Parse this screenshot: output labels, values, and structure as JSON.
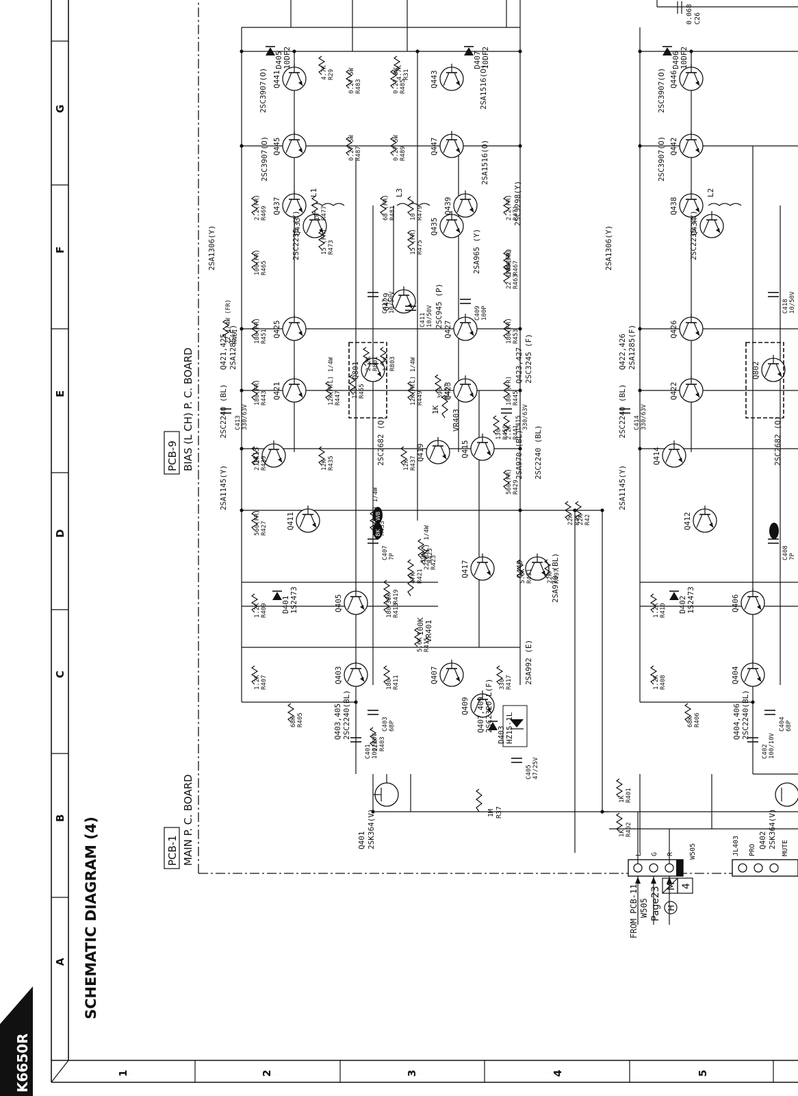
{
  "corner_label": "K6650R",
  "title": "SCHEMATIC DIAGRAM (4)",
  "columns": [
    "A",
    "B",
    "C",
    "D",
    "E",
    "F",
    "G"
  ],
  "rows": [
    "1",
    "2",
    "3",
    "4",
    "5"
  ],
  "boards": {
    "pcb1_id": "PCB-1",
    "pcb1_name": "MAIN P. C. BOARD",
    "pcb9_id": "PCB-9",
    "pcb9_name": "BIAS (L CH) P. C. BOARD"
  },
  "input": {
    "from": "FROM PCB-11",
    "connector": "W505",
    "page": "Page23",
    "ref_letter": "M",
    "ref_number": "4",
    "ref_circle": "H",
    "pins": [
      "L",
      "G",
      "R"
    ]
  },
  "mute_connector": {
    "name": "JL403",
    "pins": [
      "PRO",
      "MUTE"
    ]
  },
  "transistors_l": [
    {
      "ref": "Q401",
      "part": "2SK364(V)"
    },
    {
      "ref": "Q403",
      "part": "Q403,405"
    },
    {
      "ref": "Q405",
      "part": "2SC2240(BL)"
    },
    {
      "ref": "Q407",
      "part": "Q407,409"
    },
    {
      "ref": "Q409",
      "part": "2SC2320 L(F)"
    },
    {
      "ref": "Q411",
      "part": "2SA1145(Y)"
    },
    {
      "ref": "Q413",
      "part": "2SC2240 (BL)"
    },
    {
      "ref": "Q415",
      "part": "2SA970 (BL)"
    },
    {
      "ref": "Q417",
      "part": "2SA992 (E)"
    },
    {
      "ref": "Q419",
      "part": "2SC2240 (BL)"
    },
    {
      "ref": "Q421",
      "part": "Q421,425"
    },
    {
      "ref": "Q423",
      "part": "Q423,427"
    },
    {
      "ref": "Q425",
      "part": "2SA1285(F)"
    },
    {
      "ref": "Q427",
      "part": "2SC3245 (F)"
    },
    {
      "ref": "Q429",
      "part": "2SC945 (P)"
    },
    {
      "ref": "Q433",
      "part": "2SC2235 (Y)"
    },
    {
      "ref": "Q435",
      "part": "2SA965 (Y)"
    },
    {
      "ref": "Q437",
      "part": "2SA1306(Y)"
    },
    {
      "ref": "Q439",
      "part": "2SC3298(Y)"
    },
    {
      "ref": "Q441",
      "part": "2SC3907(O)"
    },
    {
      "ref": "Q443",
      "part": "2SA1516(O)"
    },
    {
      "ref": "Q445",
      "part": "2SC3907(O)"
    },
    {
      "ref": "Q447",
      "part": "2SA1516(O)"
    },
    {
      "ref": "Q449",
      "part": "2SA970 (BL)"
    },
    {
      "ref": "Q801",
      "part": "2SC2682 (Q)"
    }
  ],
  "transistors_r": [
    {
      "ref": "Q402",
      "part": "2SK364(V)"
    },
    {
      "ref": "Q404",
      "part": "Q404,406"
    },
    {
      "ref": "Q406",
      "part": "2SC2240(BL)"
    },
    {
      "ref": "Q412",
      "part": "2SA1145(Y)"
    },
    {
      "ref": "Q414",
      "part": "2SC2240 (BL)"
    },
    {
      "ref": "Q422",
      "part": "Q422,426"
    },
    {
      "ref": "Q426",
      "part": "2SA1285(F)"
    },
    {
      "ref": "Q434",
      "part": "2SC2235 (Y)"
    },
    {
      "ref": "Q438",
      "part": "2SA1306(Y)"
    },
    {
      "ref": "Q442",
      "part": "2SC3907(O)"
    },
    {
      "ref": "Q446",
      "part": "2SC3907(O)"
    },
    {
      "ref": "Q802",
      "part": "2SC2682 (Q)"
    }
  ],
  "diodes": [
    {
      "ref": "D401",
      "part": "1S2473"
    },
    {
      "ref": "D402",
      "part": "1S2473"
    },
    {
      "ref": "D403",
      "part": "HZ15-1L"
    },
    {
      "ref": "D405",
      "part": "10DF2"
    },
    {
      "ref": "D406",
      "part": "10DF2"
    },
    {
      "ref": "D407",
      "part": "10DF2"
    }
  ],
  "resistors": [
    {
      "ref": "R37",
      "val": "1M"
    },
    {
      "ref": "R41",
      "val": "22K"
    },
    {
      "ref": "R42",
      "val": "22K"
    },
    {
      "ref": "R401",
      "val": "1K"
    },
    {
      "ref": "R402",
      "val": "1K"
    },
    {
      "ref": "R403",
      "val": "22K"
    },
    {
      "ref": "R405",
      "val": "68K"
    },
    {
      "ref": "R406",
      "val": "68K"
    },
    {
      "ref": "R407",
      "val": "1.2K"
    },
    {
      "ref": "R408",
      "val": "1.2K"
    },
    {
      "ref": "R409",
      "val": "1.2K"
    },
    {
      "ref": "R410",
      "val": "1.2K"
    },
    {
      "ref": "R411",
      "val": "180"
    },
    {
      "ref": "R413",
      "val": "180"
    },
    {
      "ref": "R415",
      "val": "5.6K"
    },
    {
      "ref": "R417",
      "val": "330"
    },
    {
      "ref": "R419",
      "val": "39K"
    },
    {
      "ref": "R421",
      "val": "47K"
    },
    {
      "ref": "R423",
      "val": "22(MTL) 1/4W"
    },
    {
      "ref": "R425",
      "val": "390"
    },
    {
      "ref": "R427",
      "val": "560(FR)"
    },
    {
      "ref": "R429",
      "val": "560(FR)"
    },
    {
      "ref": "R431",
      "val": "5.6K"
    },
    {
      "ref": "R433",
      "val": "20K(MTL) 1/4W"
    },
    {
      "ref": "R435",
      "val": "12K"
    },
    {
      "ref": "R437",
      "val": "12K"
    },
    {
      "ref": "R439",
      "val": "2.2K"
    },
    {
      "ref": "R441",
      "val": "2.2K"
    },
    {
      "ref": "R443",
      "val": "180(FR)"
    },
    {
      "ref": "R445",
      "val": "180 (FR)"
    },
    {
      "ref": "R447",
      "val": "12K(MTL) 1/4W"
    },
    {
      "ref": "R449",
      "val": "12K(MTL) 1/4W"
    },
    {
      "ref": "R451",
      "val": "180(FR)"
    },
    {
      "ref": "R453",
      "val": "180(FR)"
    },
    {
      "ref": "R455",
      "val": "150"
    },
    {
      "ref": "R457",
      "val": "390"
    },
    {
      "ref": "R459",
      "val": "130"
    },
    {
      "ref": "R461",
      "val": "22 1/4W (FR)"
    },
    {
      "ref": "R463",
      "val": "22 1/4W(FR)"
    },
    {
      "ref": "R465",
      "val": "100(FR)"
    },
    {
      "ref": "R467",
      "val": "100(FR)"
    },
    {
      "ref": "R469",
      "val": "2.2(FR)"
    },
    {
      "ref": "R471",
      "val": "2.2(FR)"
    },
    {
      "ref": "R473",
      "val": "15 (FR)"
    },
    {
      "ref": "R475",
      "val": "15 (FR)"
    },
    {
      "ref": "R477",
      "val": "10"
    },
    {
      "ref": "R479",
      "val": "10"
    },
    {
      "ref": "R481",
      "val": "68 (FR)"
    },
    {
      "ref": "R483",
      "val": "0.27 5W"
    },
    {
      "ref": "R485",
      "val": "0.27 5W"
    },
    {
      "ref": "R487",
      "val": "0.27 5W"
    },
    {
      "ref": "R489",
      "val": "0.27 5W"
    },
    {
      "ref": "R497",
      "val": "22K"
    },
    {
      "ref": "R29",
      "val": "4.7K"
    },
    {
      "ref": "R31",
      "val": "4.7K"
    },
    {
      "ref": "R801",
      "val": "2.2K"
    },
    {
      "ref": "R803",
      "val": "1.2K"
    }
  ],
  "capacitors": [
    {
      "ref": "C401",
      "val": "100/10V"
    },
    {
      "ref": "C402",
      "val": "100/10V"
    },
    {
      "ref": "C403",
      "val": "68P"
    },
    {
      "ref": "C404",
      "val": "68P"
    },
    {
      "ref": "C405",
      "val": "47/25V"
    },
    {
      "ref": "C407",
      "val": "7P"
    },
    {
      "ref": "C408",
      "val": "7P"
    },
    {
      "ref": "C409",
      "val": "100P"
    },
    {
      "ref": "C411",
      "val": "10/50V"
    },
    {
      "ref": "C413",
      "val": "330/63V"
    },
    {
      "ref": "C414",
      "val": "330/63V"
    },
    {
      "ref": "C415",
      "val": "330/63V"
    },
    {
      "ref": "C417",
      "val": "10/50V"
    },
    {
      "ref": "C418",
      "val": "10/50V"
    },
    {
      "ref": "C26",
      "val": "0.068"
    }
  ],
  "pots": [
    {
      "ref": "VR401",
      "val": "100K"
    },
    {
      "ref": "VR403",
      "val": "1K"
    }
  ],
  "inductors": [
    "L1",
    "L2",
    "L3"
  ],
  "markers": [
    "BK",
    "WB"
  ]
}
